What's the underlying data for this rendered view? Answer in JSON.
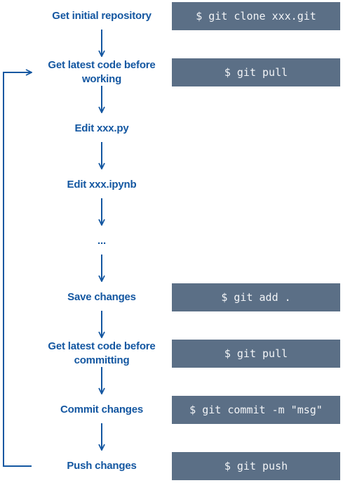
{
  "steps": [
    {
      "label": "Get initial repository",
      "command": "$ git clone xxx.git"
    },
    {
      "label": "Get latest code before working",
      "command": "$ git pull"
    },
    {
      "label": "Edit xxx.py",
      "command": ""
    },
    {
      "label": "Edit xxx.ipynb",
      "command": ""
    },
    {
      "label": "...",
      "command": ""
    },
    {
      "label": "Save changes",
      "command": "$ git add ."
    },
    {
      "label": "Get latest code before committing",
      "command": "$ git pull"
    },
    {
      "label": "Commit changes",
      "command": "$ git commit -m \"msg\""
    },
    {
      "label": "Push changes",
      "command": "$ git push"
    }
  ],
  "colors": {
    "label_text": "#1457a1",
    "arrow": "#1457a1",
    "command_box": "#5b6f86",
    "command_text": "#f2f4f7"
  }
}
